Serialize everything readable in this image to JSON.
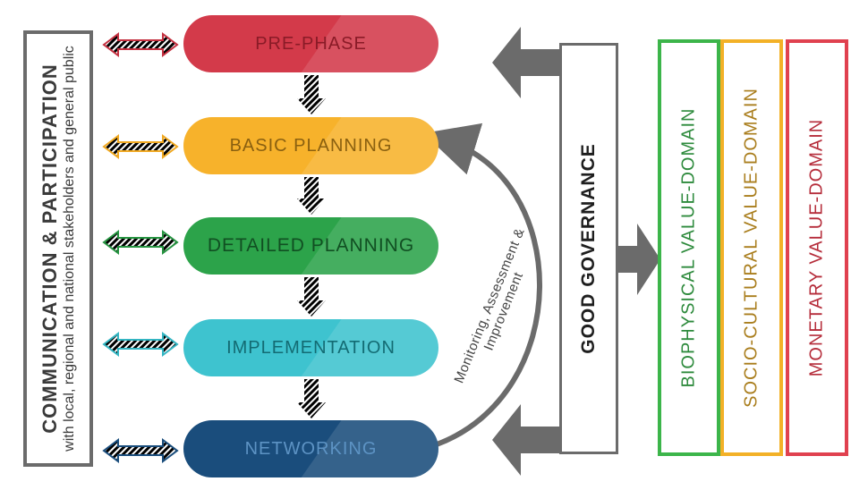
{
  "communication": {
    "title": "COMMUNICATION & PARTICIPATION",
    "subtitle": "with local, regional and national stakeholders and general public"
  },
  "phases": [
    {
      "label": "PRE-PHASE",
      "color": "#d33a4a"
    },
    {
      "label": "BASIC PLANNING",
      "color": "#f7b22b"
    },
    {
      "label": "DETAILED PLANNING",
      "color": "#2ca34a"
    },
    {
      "label": "IMPLEMENTATION",
      "color": "#3ec3cf"
    },
    {
      "label": "NETWORKING",
      "color": "#1a4d7c"
    }
  ],
  "monitoring": {
    "label": "Monitoring, Assessment & Improvement"
  },
  "governance": {
    "label": "GOOD GOVERNANCE"
  },
  "domains": [
    {
      "label": "BIOPHYSICAL VALUE-DOMAIN",
      "color": "#3cb54a"
    },
    {
      "label": "SOCIO-CULTURAL VALUE-DOMAIN",
      "color": "#f3b127"
    },
    {
      "label": "MONETARY VALUE-DOMAIN",
      "color": "#e0414f"
    }
  ]
}
